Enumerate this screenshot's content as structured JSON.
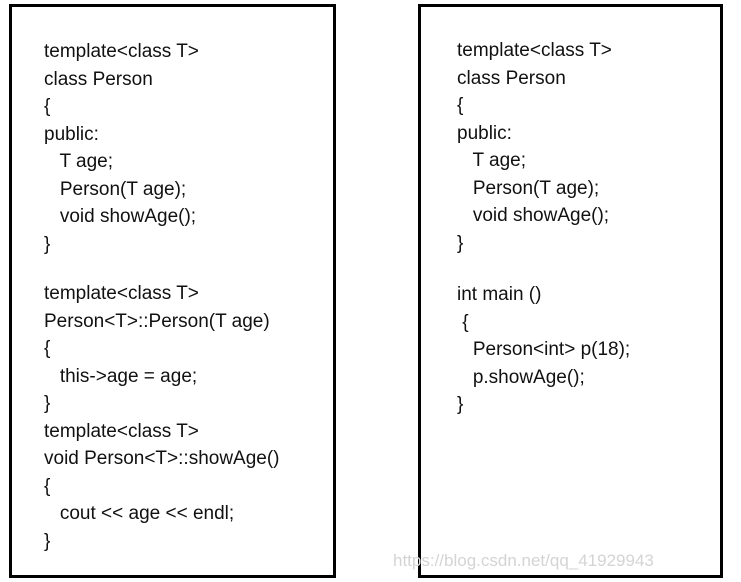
{
  "left_panel": {
    "lines": [
      "template<class T>",
      "class Person",
      "{",
      "public:",
      "   T age;",
      "   Person(T age);",
      "   void showAge();",
      "}",
      "template<class T>",
      "Person<T>::Person(T age)",
      "{",
      "   this->age = age;",
      "}",
      "template<class T>",
      "void Person<T>::showAge()",
      "{",
      "   cout << age << endl;",
      "}"
    ]
  },
  "right_panel": {
    "lines": [
      "template<class T>",
      "class Person",
      "{",
      "public:",
      "   T age;",
      "   Person(T age);",
      "   void showAge();",
      "}",
      "int main ()",
      " {",
      "   Person<int> p(18);",
      "   p.showAge();",
      "}"
    ]
  },
  "watermark": "https://blog.csdn.net/qq_41929943"
}
